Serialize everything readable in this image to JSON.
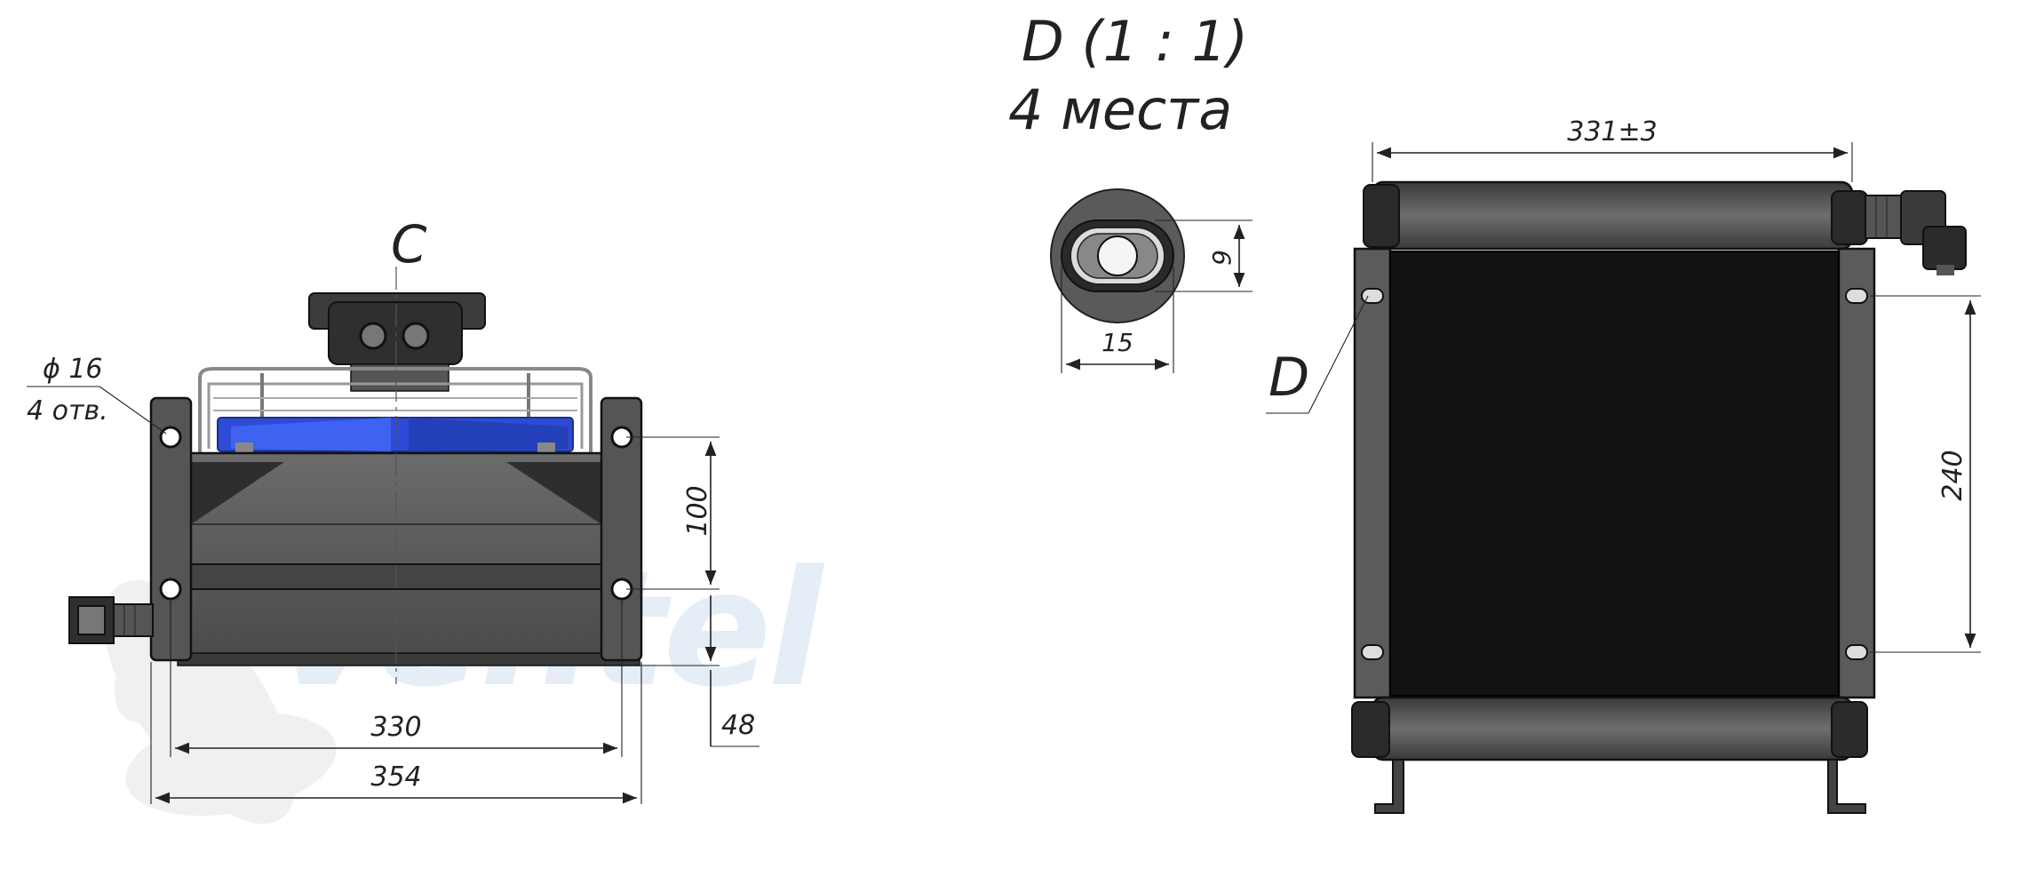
{
  "front_view": {
    "view_label": "C",
    "hole_diameter": "ϕ 16",
    "hole_count": "4 отв.",
    "dim_height": "100",
    "dim_inner_width": "330",
    "dim_outer_width": "354",
    "dim_base": "48"
  },
  "detail_view": {
    "title": "D (1 : 1)",
    "subtitle": "4 места",
    "dim_slot_height": "9",
    "dim_slot_width": "15"
  },
  "side_view": {
    "view_label": "D",
    "dim_top_width": "331±3",
    "dim_hole_spacing": "240"
  },
  "watermark": "Ventel",
  "colors": {
    "body": "#5b5b5b",
    "core": "#111111",
    "outline": "#1a1a1a",
    "fan_blue": "#2d4bd6",
    "watermark": "#cfdff0"
  }
}
